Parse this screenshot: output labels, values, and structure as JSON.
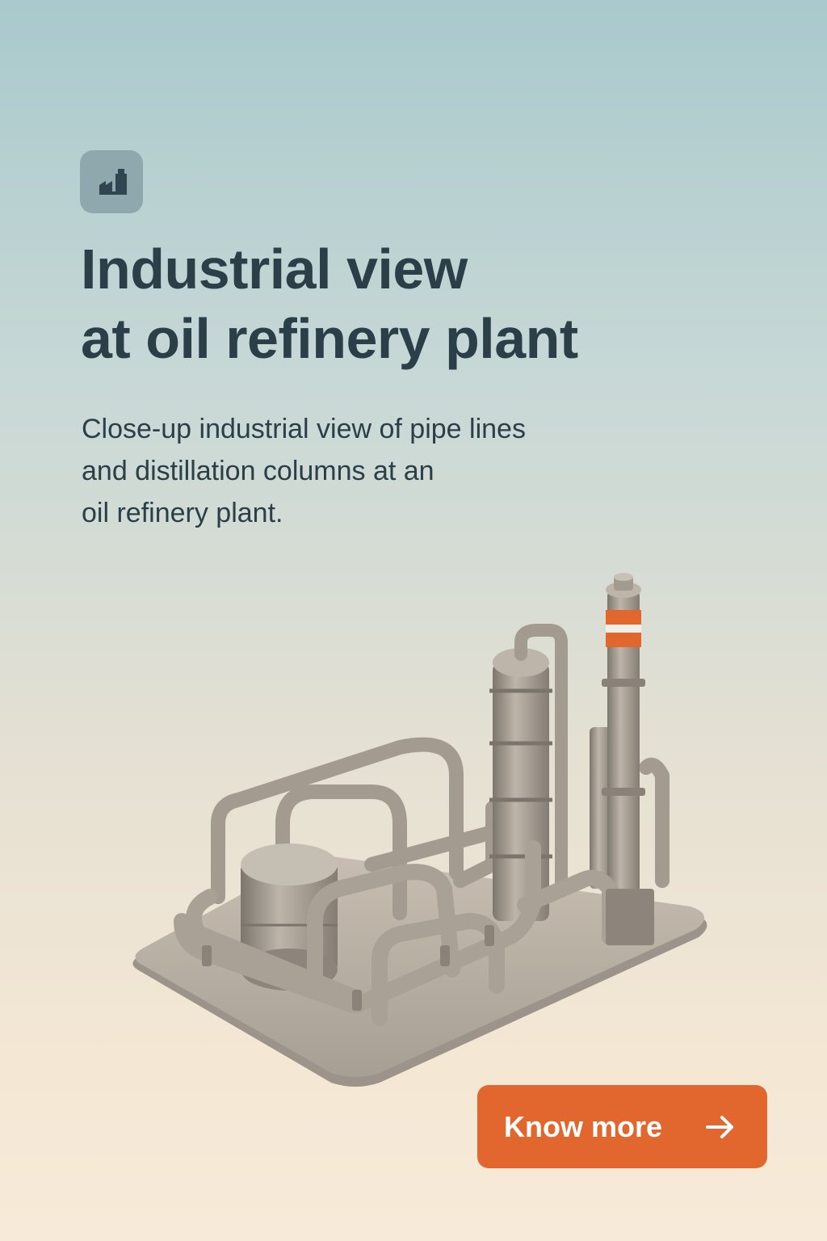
{
  "header": {
    "icon": "factory-icon",
    "title_lines": [
      "Industrial view",
      "at oil refinery plant"
    ],
    "description_lines": [
      "Close-up industrial view of pipe lines",
      "and distillation columns at an",
      "oil refinery plant."
    ]
  },
  "illustration": {
    "icon": "refinery-illustration"
  },
  "cta": {
    "label": "Know more",
    "icon": "arrow-right-icon"
  },
  "colors": {
    "accent": "#e2672f",
    "text": "#2b3f48",
    "badge": "#8fa8ad",
    "metal": "#a39b90"
  }
}
